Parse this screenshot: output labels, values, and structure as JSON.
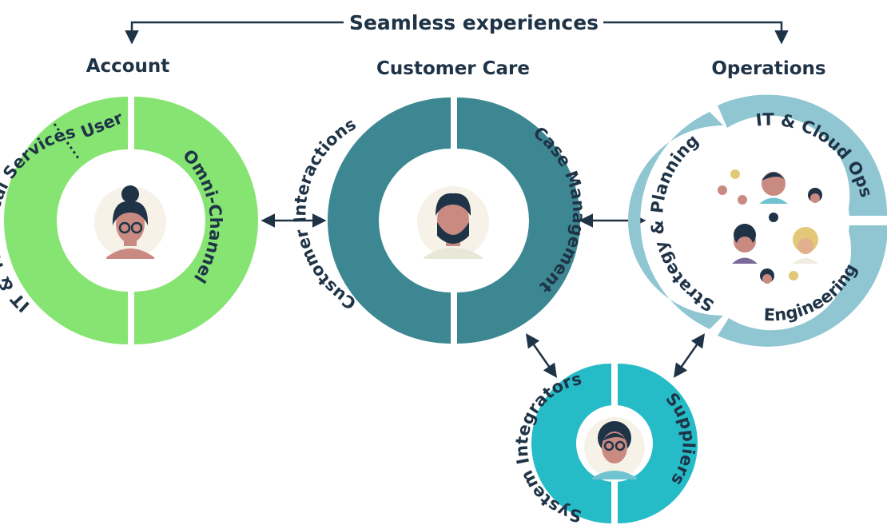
{
  "header": {
    "title": "Seamless experiences"
  },
  "sections": {
    "account": "Account",
    "customer_care": "Customer Care",
    "operations": "Operations"
  },
  "rings": {
    "account": {
      "user": "User",
      "it_services": "IT & Technical Services",
      "omni": "Omni-Channel"
    },
    "customer_care": {
      "interactions": "Customer Interactions",
      "case": "Case Management"
    },
    "operations": {
      "it_cloud": "IT & Cloud Ops",
      "strategy": "Strategy & Planning",
      "engineering": "Engineering"
    },
    "partners": {
      "integrators": "System Integrators",
      "suppliers": "Suppliers"
    }
  },
  "colors": {
    "account": "#86e472",
    "customer_care": "#3c8791",
    "operations": "#8fc6d2",
    "partners": "#25bcc8",
    "text": "#1f3347"
  }
}
